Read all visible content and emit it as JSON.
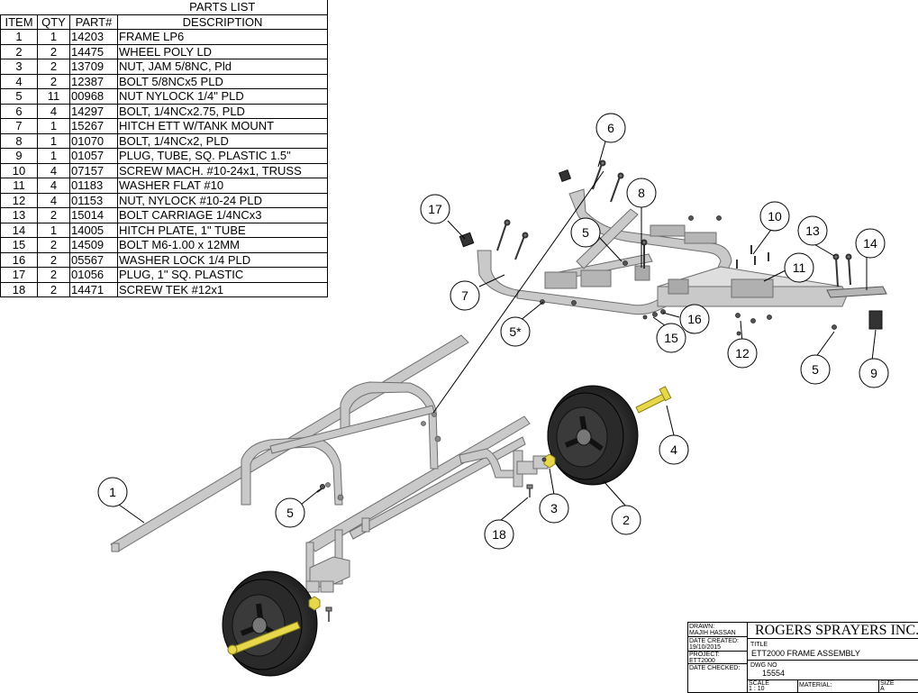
{
  "parts_list": {
    "title": "PARTS LIST",
    "headers": [
      "ITEM",
      "QTY",
      "PART#",
      "DESCRIPTION"
    ],
    "rows": [
      [
        "1",
        "1",
        "14203",
        "FRAME LP6"
      ],
      [
        "2",
        "2",
        "14475",
        "WHEEL POLY LD"
      ],
      [
        "3",
        "2",
        "13709",
        "NUT, JAM 5/8NC, Pld"
      ],
      [
        "4",
        "2",
        "12387",
        "BOLT 5/8NCx5 PLD"
      ],
      [
        "5",
        "11",
        "00968",
        "NUT NYLOCK 1/4\" PLD"
      ],
      [
        "6",
        "4",
        "14297",
        "BOLT, 1/4NCx2.75, PLD"
      ],
      [
        "7",
        "1",
        "15267",
        "HITCH ETT W/TANK MOUNT"
      ],
      [
        "8",
        "1",
        "01070",
        "BOLT, 1/4NCx2, PLD"
      ],
      [
        "9",
        "1",
        "01057",
        "PLUG, TUBE, SQ. PLASTIC 1.5\""
      ],
      [
        "10",
        "4",
        "07157",
        "SCREW MACH. #10-24x1, TRUSS"
      ],
      [
        "11",
        "4",
        "01183",
        "WASHER FLAT #10"
      ],
      [
        "12",
        "4",
        "01153",
        "NUT, NYLOCK #10-24 PLD"
      ],
      [
        "13",
        "2",
        "15014",
        "BOLT CARRIAGE 1/4NCx3"
      ],
      [
        "14",
        "1",
        "14005",
        "HITCH PLATE, 1\" TUBE"
      ],
      [
        "15",
        "2",
        "14509",
        "BOLT M6-1.00 x 12MM"
      ],
      [
        "16",
        "2",
        "05567",
        "WASHER LOCK 1/4 PLD"
      ],
      [
        "17",
        "2",
        "01056",
        "PLUG, 1\" SQ. PLASTIC"
      ],
      [
        "18",
        "2",
        "14471",
        "SCREW TEK #12x1"
      ]
    ]
  },
  "callouts": [
    "6",
    "17",
    "8",
    "10",
    "13",
    "14",
    "5",
    "11",
    "7",
    "16",
    "5*",
    "15",
    "12",
    "5",
    "9",
    "4",
    "1",
    "3",
    "2",
    "5",
    "18"
  ],
  "title_block": {
    "drawn_label": "DRAWN:",
    "drawn_value": "MAJIH HASSAN",
    "date_created_label": "DATE CREATED:",
    "date_created_value": "19/10/2015",
    "project_label": "PROJECT:",
    "project_value": "ETT2000",
    "date_checked_label": "DATE CHECKED:",
    "company": "ROGERS SPRAYERS INC.",
    "title_label": "TITLE",
    "title_value": "ETT2000 FRAME ASSEMBLY",
    "dwg_label": "DWG NO",
    "dwg_value": "15554",
    "scale_label": "SCALE",
    "scale_value": "1 : 10",
    "material_label": "MATERIAL:",
    "size_label": "SIZE",
    "size_value": "A"
  },
  "colors": {
    "metal": "#c9c9c9",
    "metal_edge": "#6e6e6e",
    "tire": "#2b2b2b",
    "bolt_gold": "#e6d84a"
  }
}
